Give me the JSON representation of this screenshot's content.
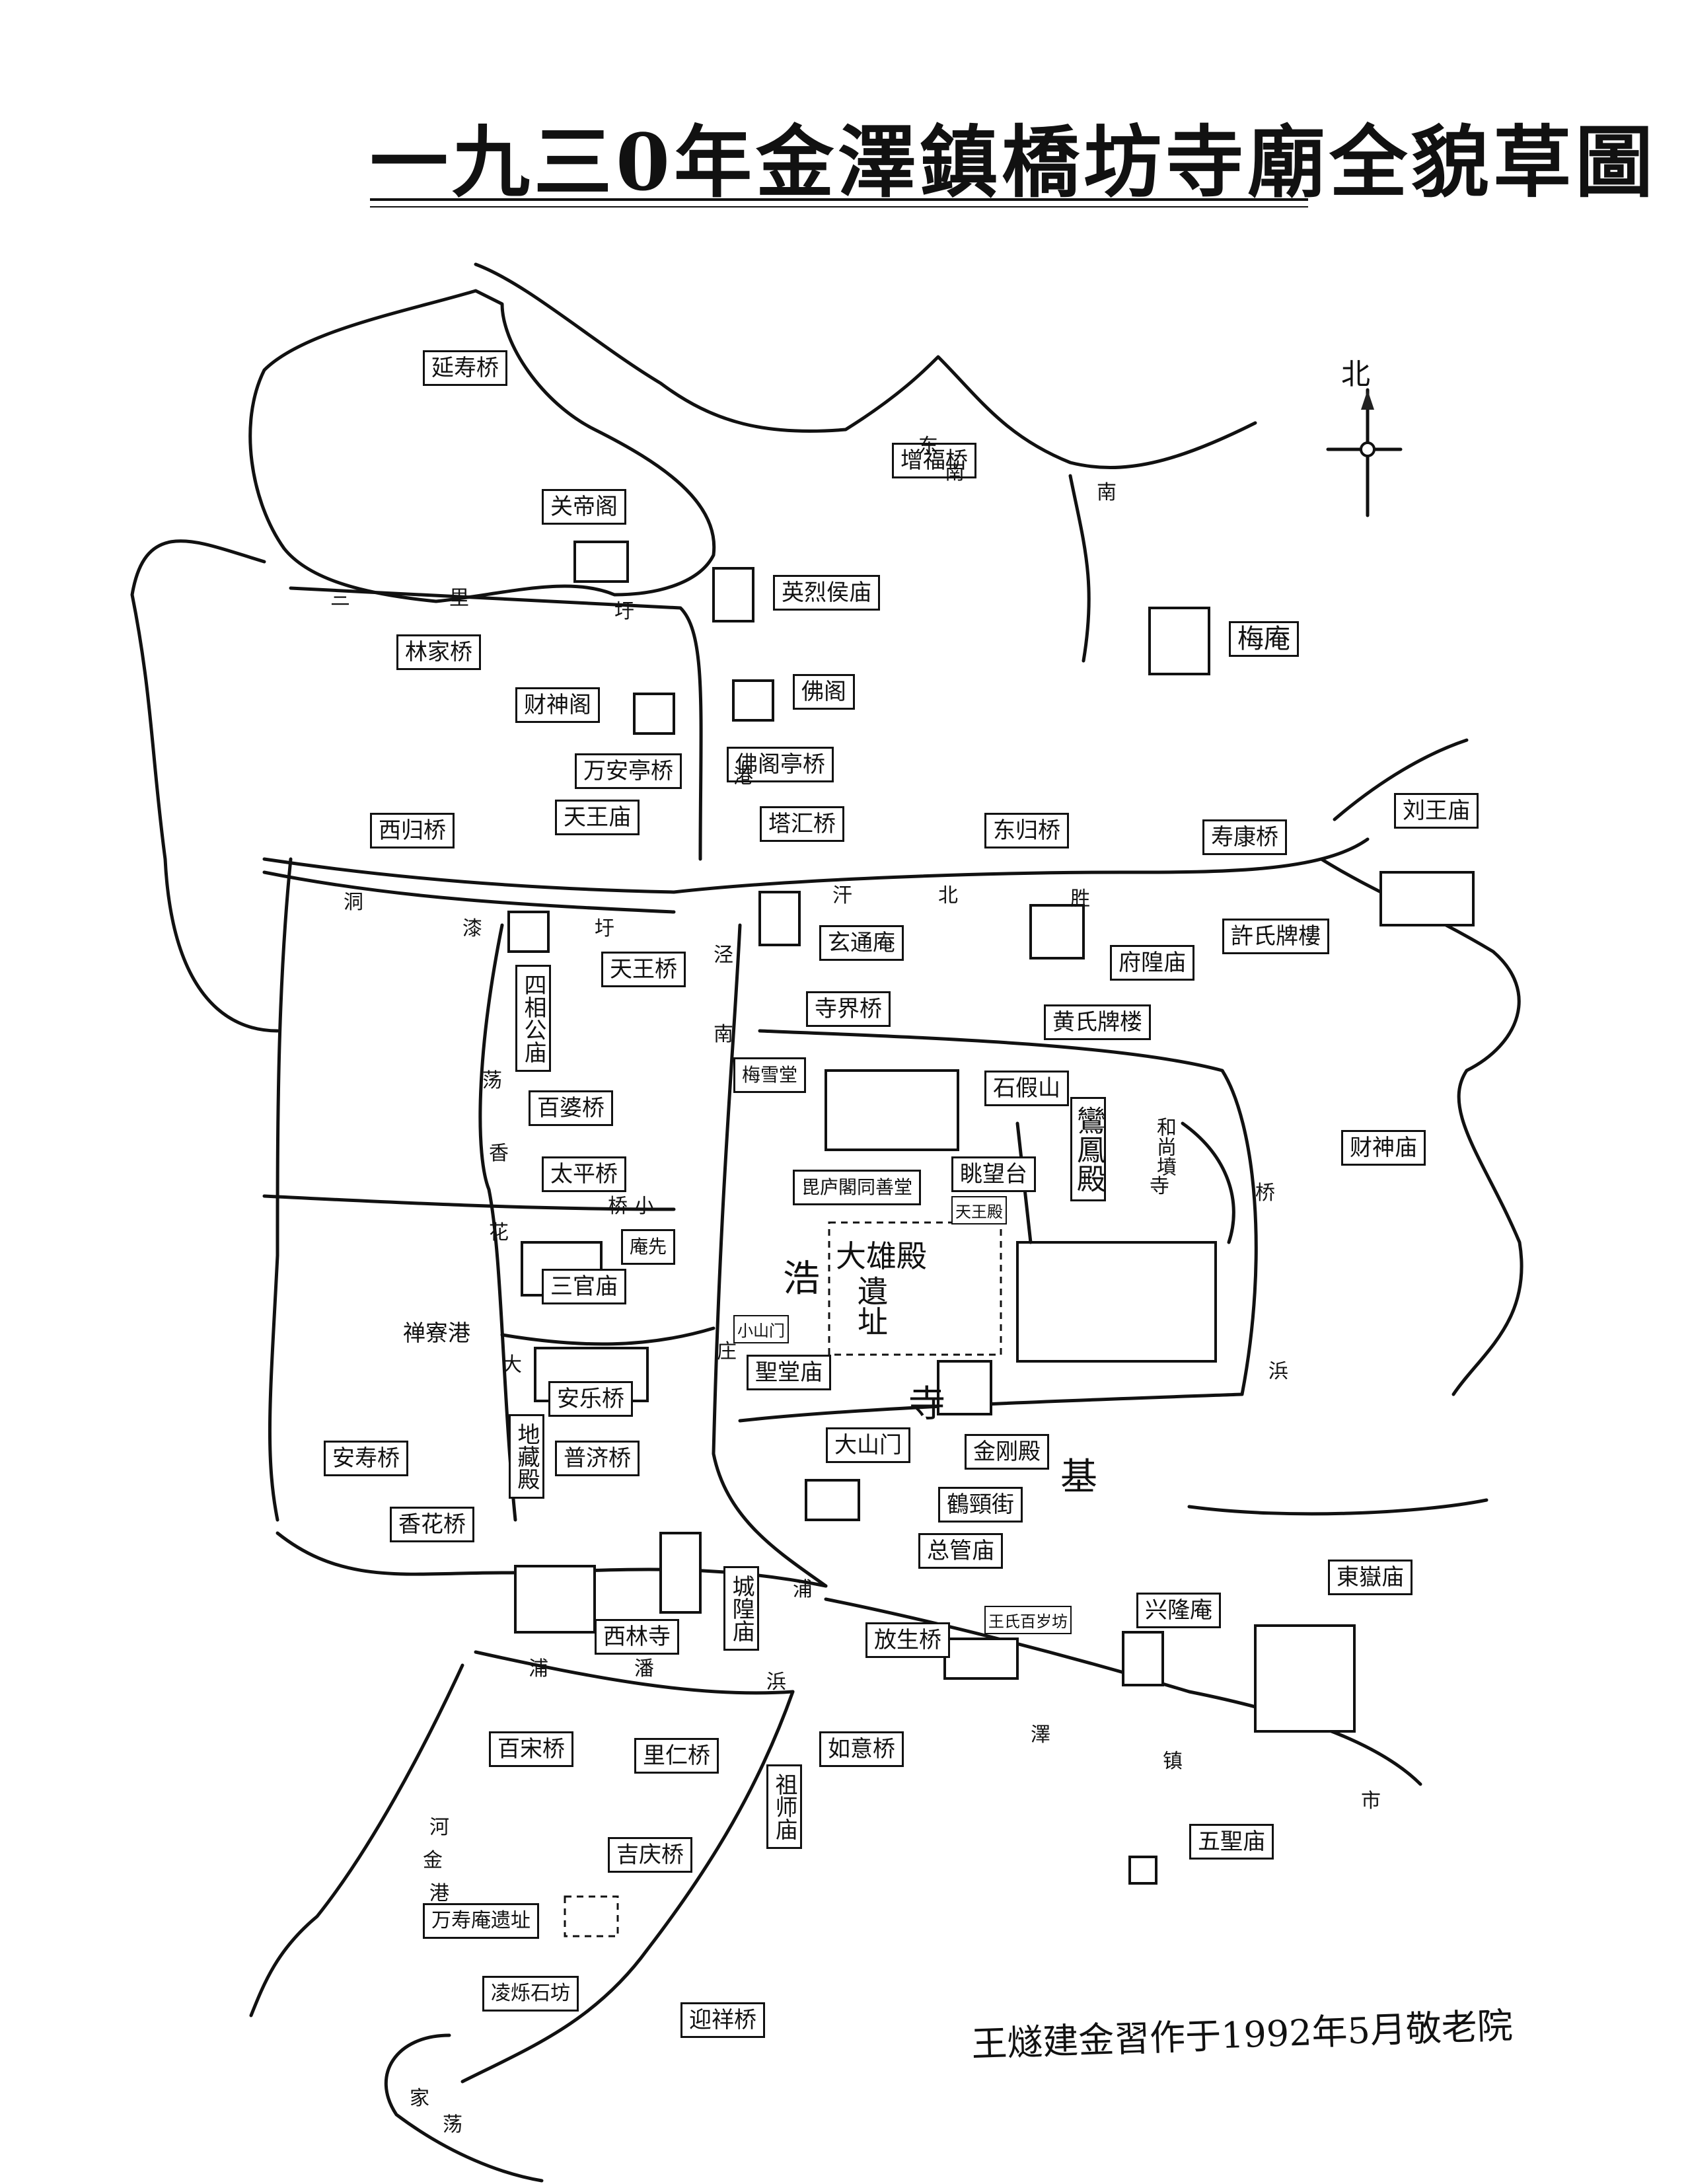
{
  "title": "一九三0年金澤鎮橋坊寺廟全貌草圖",
  "north": "北",
  "credit": "王燧建金習作于1992年5月敬老院",
  "labels": {
    "yanshou_qiao": "延寿桥",
    "zengfu_qiao": "增福桥",
    "guandi_ge": "关帝阁",
    "yinglie_houmiao": "英烈侯庙",
    "mei_an": "梅庵",
    "linjia_qiao": "林家桥",
    "caishen_ge": "财神阁",
    "fo_ge": "佛阁",
    "wanan_tingqiao": "万安亭桥",
    "foge_tingqiao": "佛阁亭桥",
    "xigui_qiao": "西归桥",
    "tianwang_miao": "天王庙",
    "taxun_qiao": "塔汇桥",
    "donggui_qiao": "东归桥",
    "shoukang_qiao": "寿康桥",
    "liuwang_miao": "刘王庙",
    "sixiang_gongmiao": "四相公庙",
    "tianwang_qiao": "天王桥",
    "xuantong_an": "玄通庵",
    "fuhuang_miao": "府隍庙",
    "xushi_paifang": "許氏牌樓",
    "sijie_qiao": "寺界桥",
    "huangshi_paifang": "黄氏牌楼",
    "mei_tang": "梅雪堂",
    "shijia_shan": "石假山",
    "baibo_qiao": "百婆桥",
    "luanfeng_dian": "鸞鳳殿",
    "heshang_tan": "和尚墳",
    "caishen_miao": "财神庙",
    "taiping_qiao": "太平桥",
    "pilu_tang": "毘庐閣同善堂",
    "tiaowang_tai": "眺望台",
    "daxiong_dian": "大雄殿",
    "yizhi": "遺址",
    "tianwang_dian_small": "天王殿",
    "an_xian": "庵先",
    "sanguan_miao": "三官庙",
    "chanjiao_gang": "禅寮港",
    "xiaoshanmen": "小山门",
    "shengtang_miao": "聖堂庙",
    "anle_qiao": "安乐桥",
    "anshou_qiao": "安寿桥",
    "dizang_dian": "地藏殿",
    "puji_qiao": "普济桥",
    "da_shanmen": "大山门",
    "jingang_dian": "金刚殿",
    "hejing_jie": "鶴頸街",
    "xianghua_qiao": "香花桥",
    "zongguan_miao": "总管庙",
    "chenghuang_miao": "城隍庙",
    "xilin_si": "西林寺",
    "fangsheng_qiao": "放生桥",
    "wangshi_paifang": "王氏百岁坊",
    "xinglong_an": "兴隆庵",
    "dongyue_miao": "東嶽庙",
    "baisong_qiao": "百宋桥",
    "liren_qiao": "里仁桥",
    "ruyi_qiao": "如意桥",
    "zushi_miao": "祖师庙",
    "wusheng_miao": "五聖庙",
    "jiqing_qiao": "吉庆桥",
    "wanshou_an_yizhi": "万寿庵遗址",
    "lingjia_shifang": "凌烁石坊",
    "yingxiang_qiao": "迎祥桥"
  },
  "map_text": {
    "hao": "浩",
    "si": "寺",
    "ji": "基",
    "river_chars": [
      "三",
      "里",
      "圩",
      "洞",
      "漆",
      "圩",
      "汗",
      "北",
      "胜",
      "荡",
      "香",
      "花",
      "桥",
      "小",
      "桥",
      "浜",
      "寺",
      "泾",
      "南",
      "庄",
      "港",
      "大",
      "浦",
      "浦",
      "潘",
      "浜",
      "澤",
      "镇",
      "市",
      "河",
      "金",
      "港",
      "东",
      "南",
      "南",
      "家",
      "荡"
    ]
  },
  "colors": {
    "ink": "#111111",
    "paper": "#ffffff"
  }
}
